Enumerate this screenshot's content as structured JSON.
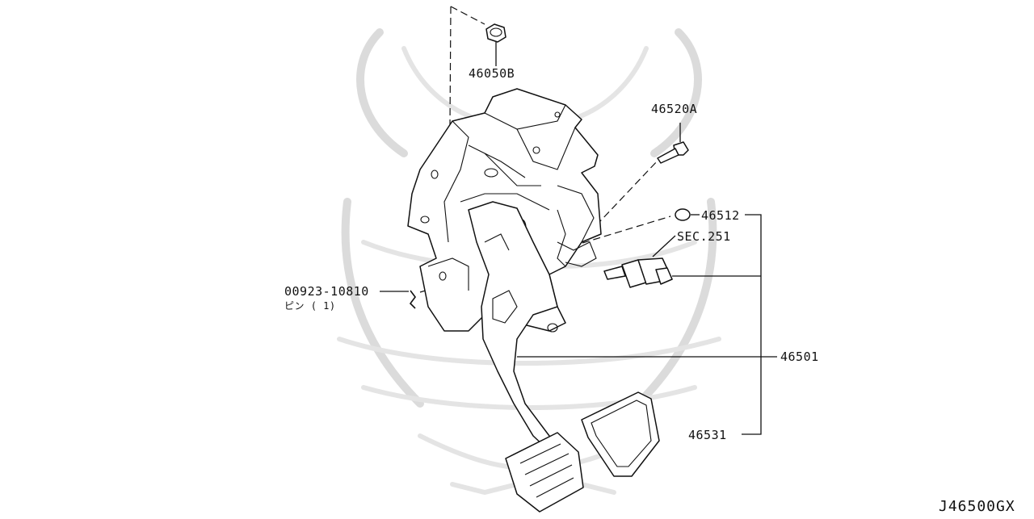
{
  "diagram": {
    "diagram_id": "J46500GX",
    "callouts": [
      {
        "id": "bolt-nut",
        "label": "46050B"
      },
      {
        "id": "pivot-bolt",
        "label": "46520A"
      },
      {
        "id": "stopper",
        "label": "46512"
      },
      {
        "id": "section-ref",
        "label": "SEC.251"
      },
      {
        "id": "pin",
        "label": "00923-10810",
        "sublabel": "ピン ( 1)"
      },
      {
        "id": "pedal-assy",
        "label": "46501"
      },
      {
        "id": "pad",
        "label": "46531"
      }
    ]
  }
}
